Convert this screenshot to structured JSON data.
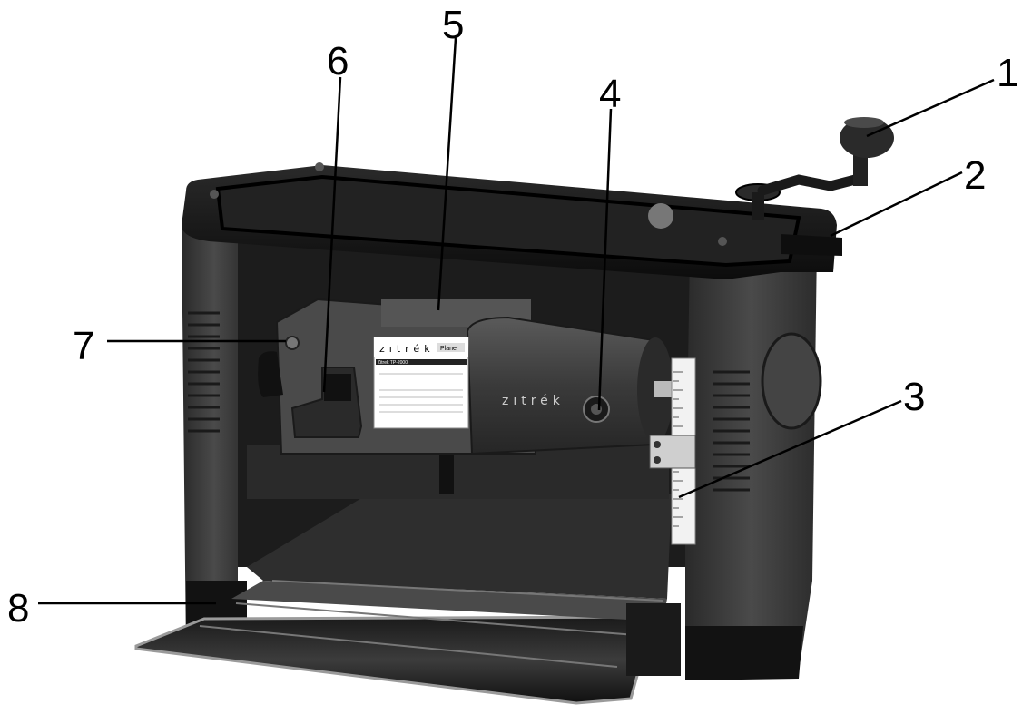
{
  "labels": {
    "n1": "1",
    "n2": "2",
    "n3": "3",
    "n4": "4",
    "n5": "5",
    "n6": "6",
    "n7": "7",
    "n8": "8"
  },
  "device": {
    "brand_plate": "zıtrék",
    "brand_motor": "zıtrék",
    "plate_tag": "Planer",
    "plate_model": "Zitrek TP-2000"
  },
  "colors": {
    "body": "#3a3a3a",
    "frame": "#111111",
    "plate": "#ffffff"
  }
}
